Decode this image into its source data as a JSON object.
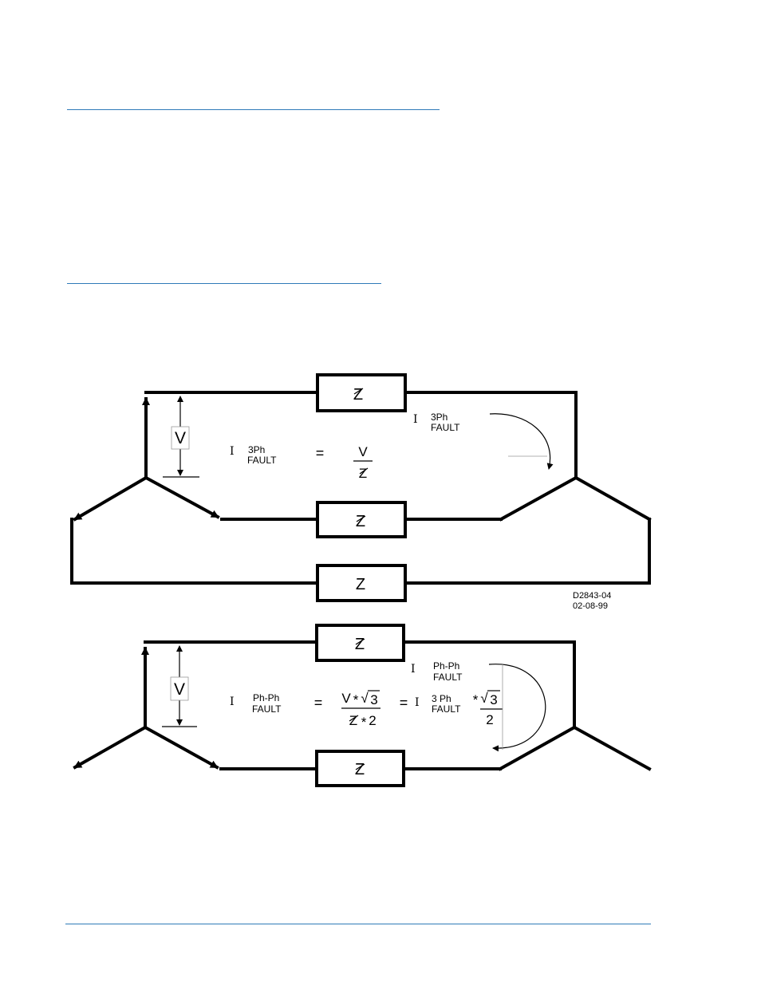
{
  "figure": {
    "drawing_code": "D2843-04",
    "drawing_date": "02-08-99",
    "impedance_label": "Z",
    "voltage_label": "V",
    "current_symbol": "I",
    "three_phase": {
      "sub_3ph": "3Ph",
      "sub_fault": "FAULT",
      "equals": "=",
      "numerator": "V",
      "denominator": "Z"
    },
    "phase_to_phase": {
      "sub_phph": "Ph-Ph",
      "sub_fault": "FAULT",
      "equals": "=",
      "numerator_v": "V",
      "mult": "*",
      "sqrt_sign": "√",
      "three": "3",
      "denominator_z": "Z",
      "two": "2",
      "sub_3ph": "3 Ph"
    }
  }
}
